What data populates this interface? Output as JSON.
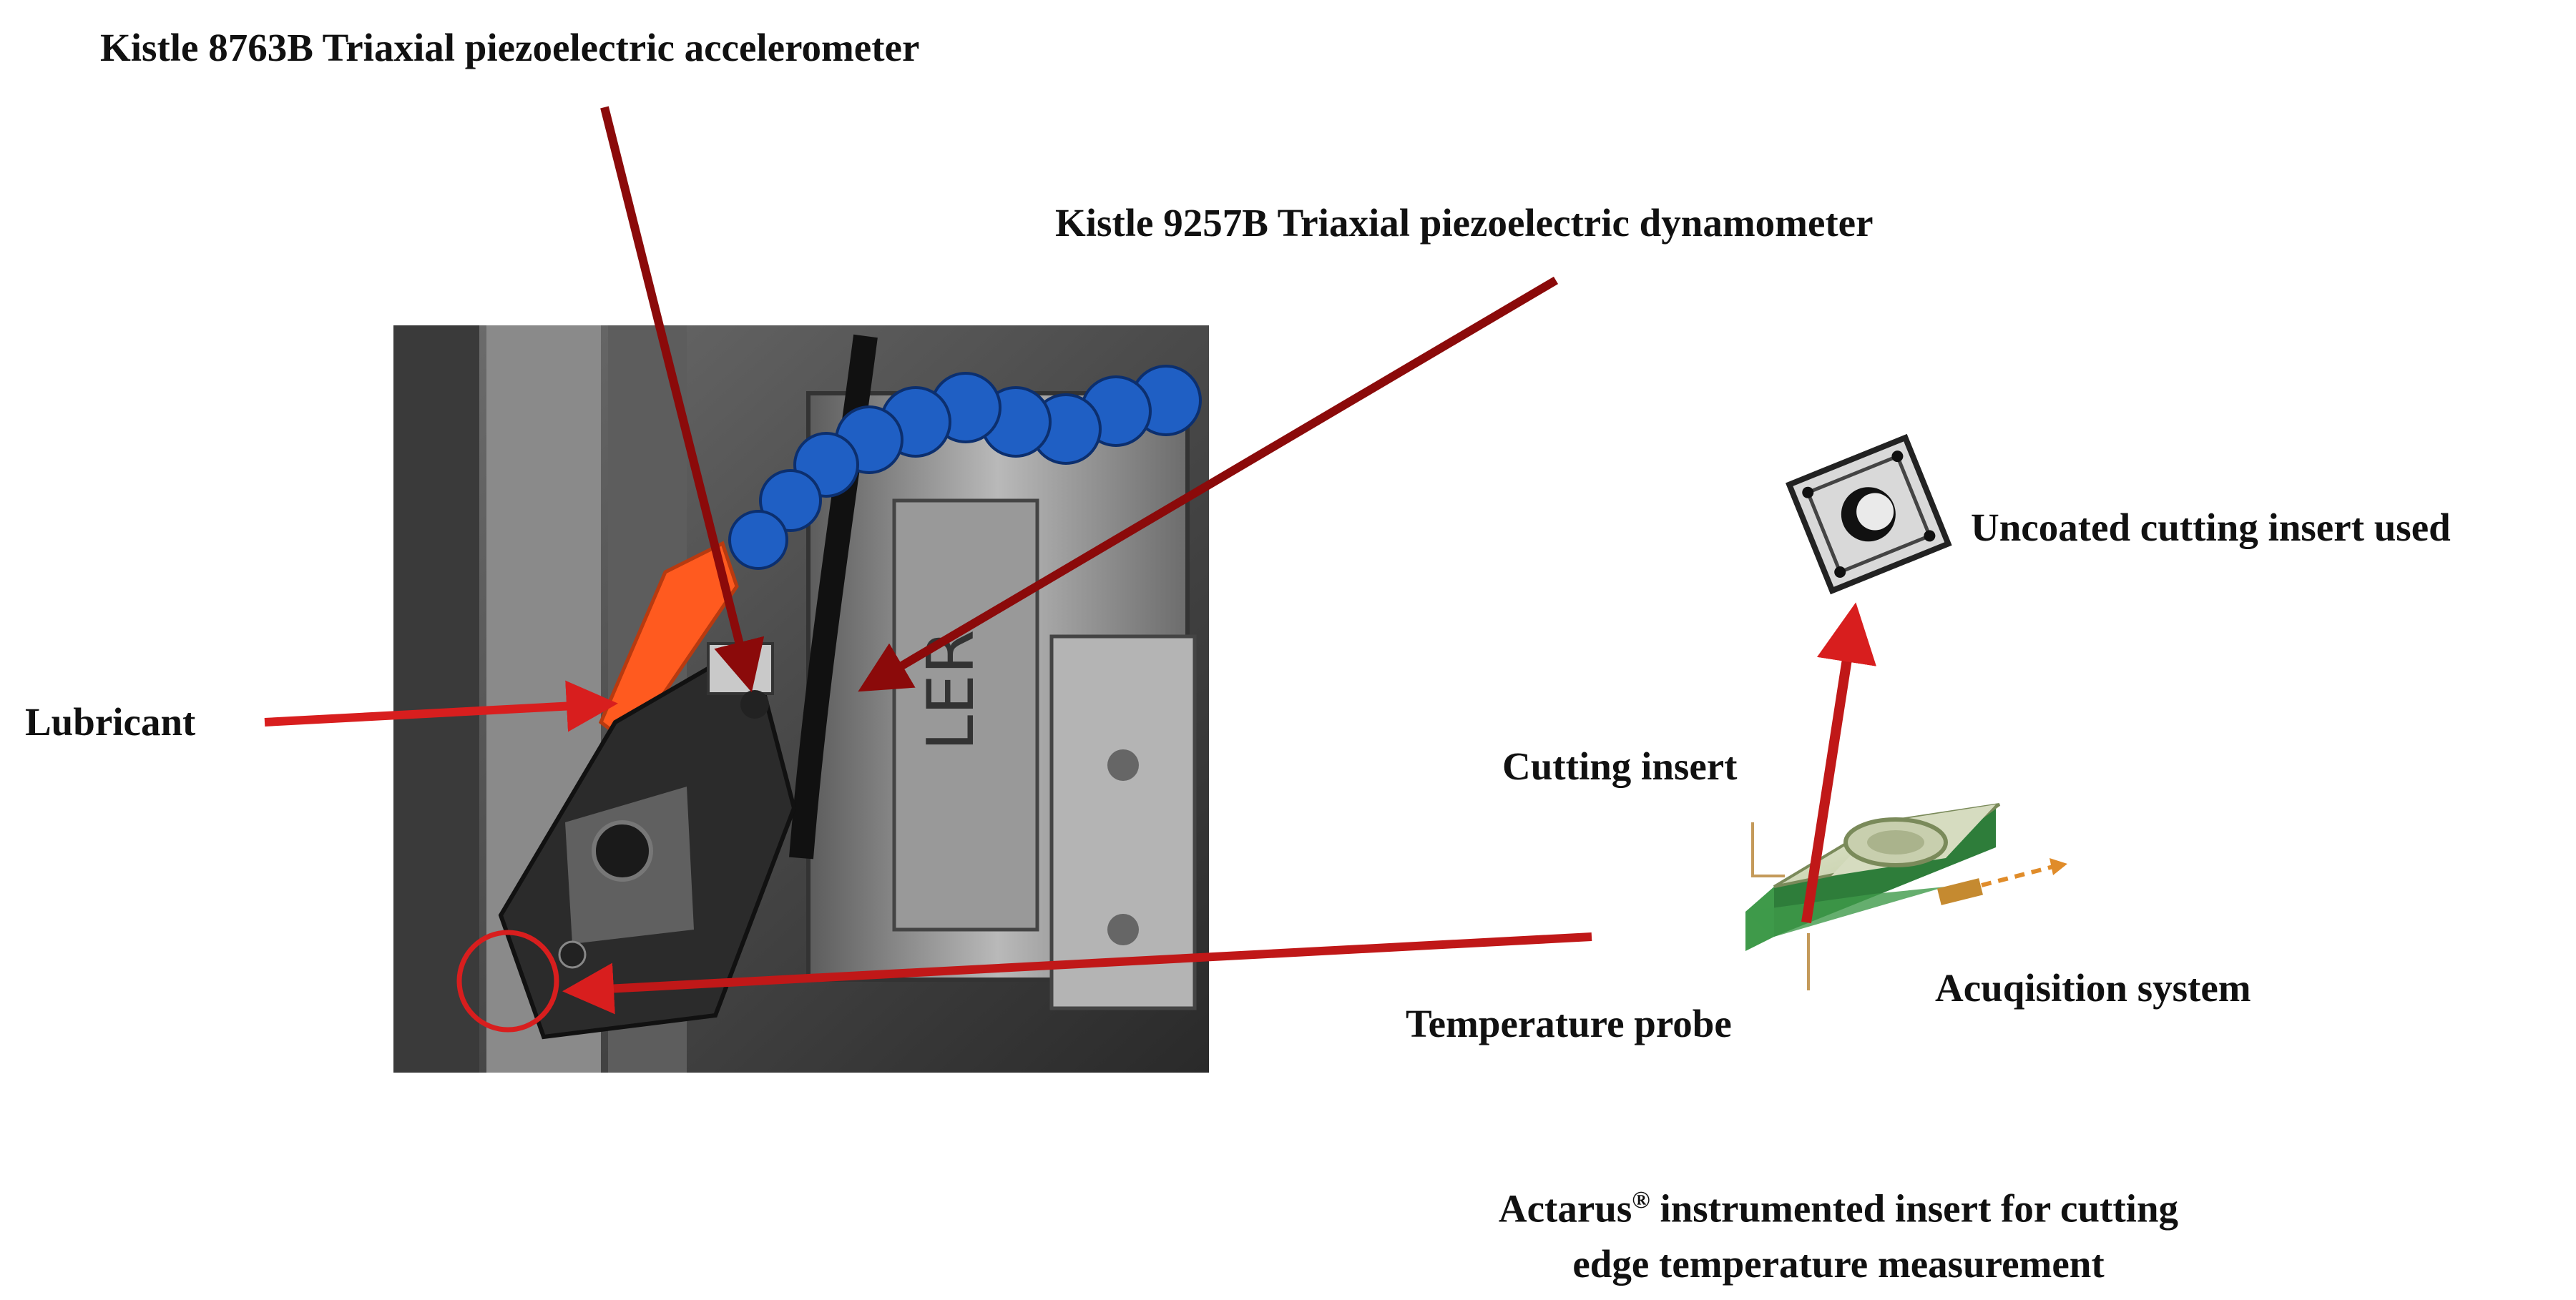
{
  "labels": {
    "accelerometer": "Kistle 8763B Triaxial piezoelectric accelerometer",
    "dynamometer": "Kistle 9257B Triaxial piezoelectric dynamometer",
    "lubricant": "Lubricant",
    "uncoated_insert": "Uncoated cutting insert used",
    "cutting_insert": "Cutting insert",
    "temperature_probe": "Temperature probe",
    "acquisition_system": "Acuqisition system"
  },
  "caption": {
    "line1_brand": "Actarus",
    "line1_mark": "®",
    "line1_rest": " instrumented insert for cutting",
    "line2": "edge temperature measurement"
  },
  "colors": {
    "arrow": "#8b0a0a",
    "arrow_bright": "#d81e1e",
    "hose": "#1f5fc4",
    "lubricant_nozzle": "#ff5a1f",
    "insert_green": "#3f9a4a"
  }
}
